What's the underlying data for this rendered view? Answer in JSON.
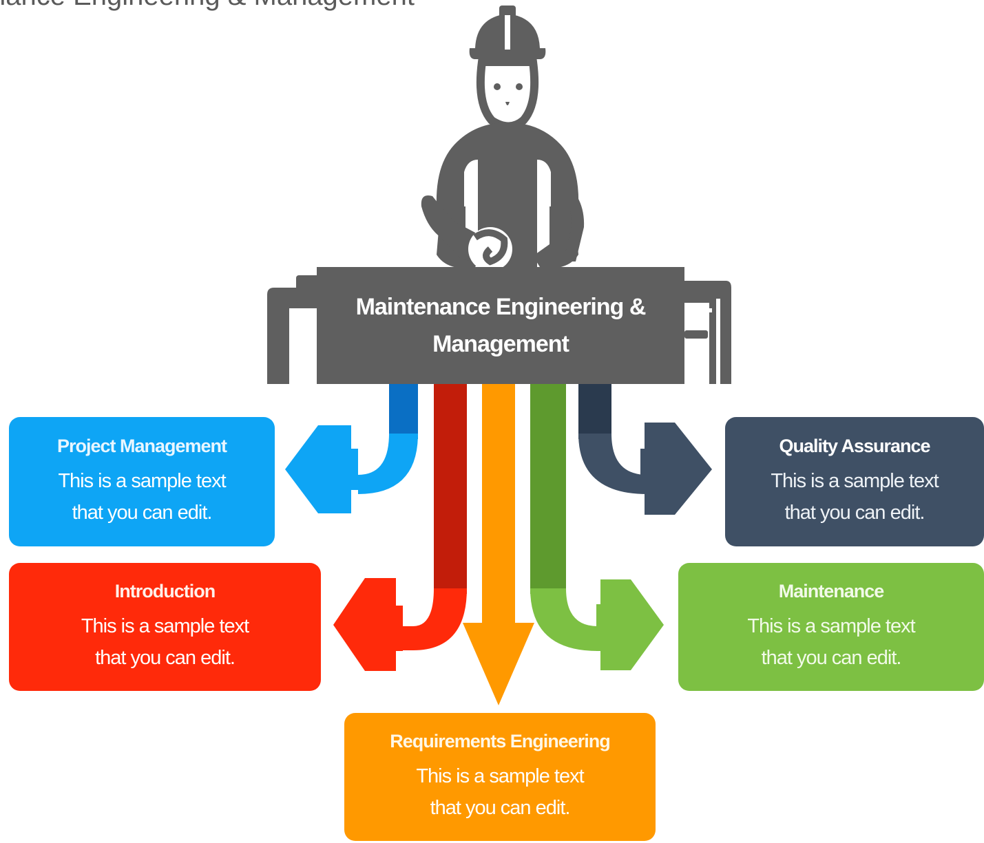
{
  "page_title": "nance Engineering & Management",
  "central": {
    "line1": "Maintenance Engineering &",
    "line2": "Management"
  },
  "cards": {
    "project": {
      "title": "Project Management",
      "line1": "This is a sample text",
      "line2": "that you can edit."
    },
    "intro": {
      "title": "Introduction",
      "line1": "This is a sample text",
      "line2": "that you can edit."
    },
    "quality": {
      "title": "Quality Assurance",
      "line1": "This is a sample text",
      "line2": "that you can edit."
    },
    "maintenance": {
      "title": "Maintenance",
      "line1": "This is a sample text",
      "line2": "that you can edit."
    },
    "requirements": {
      "title": "Requirements Engineering",
      "line1": "This is a sample text",
      "line2": "that you can edit."
    }
  },
  "icons": {
    "figure": "engineer-with-wrench-icon"
  },
  "colors": {
    "dark_gray": "#5f5f5f",
    "blue": "#0ea5f5",
    "red": "#ff2a0a",
    "orange": "#ff9900",
    "green": "#7dc043",
    "navy": "#3f5065"
  }
}
